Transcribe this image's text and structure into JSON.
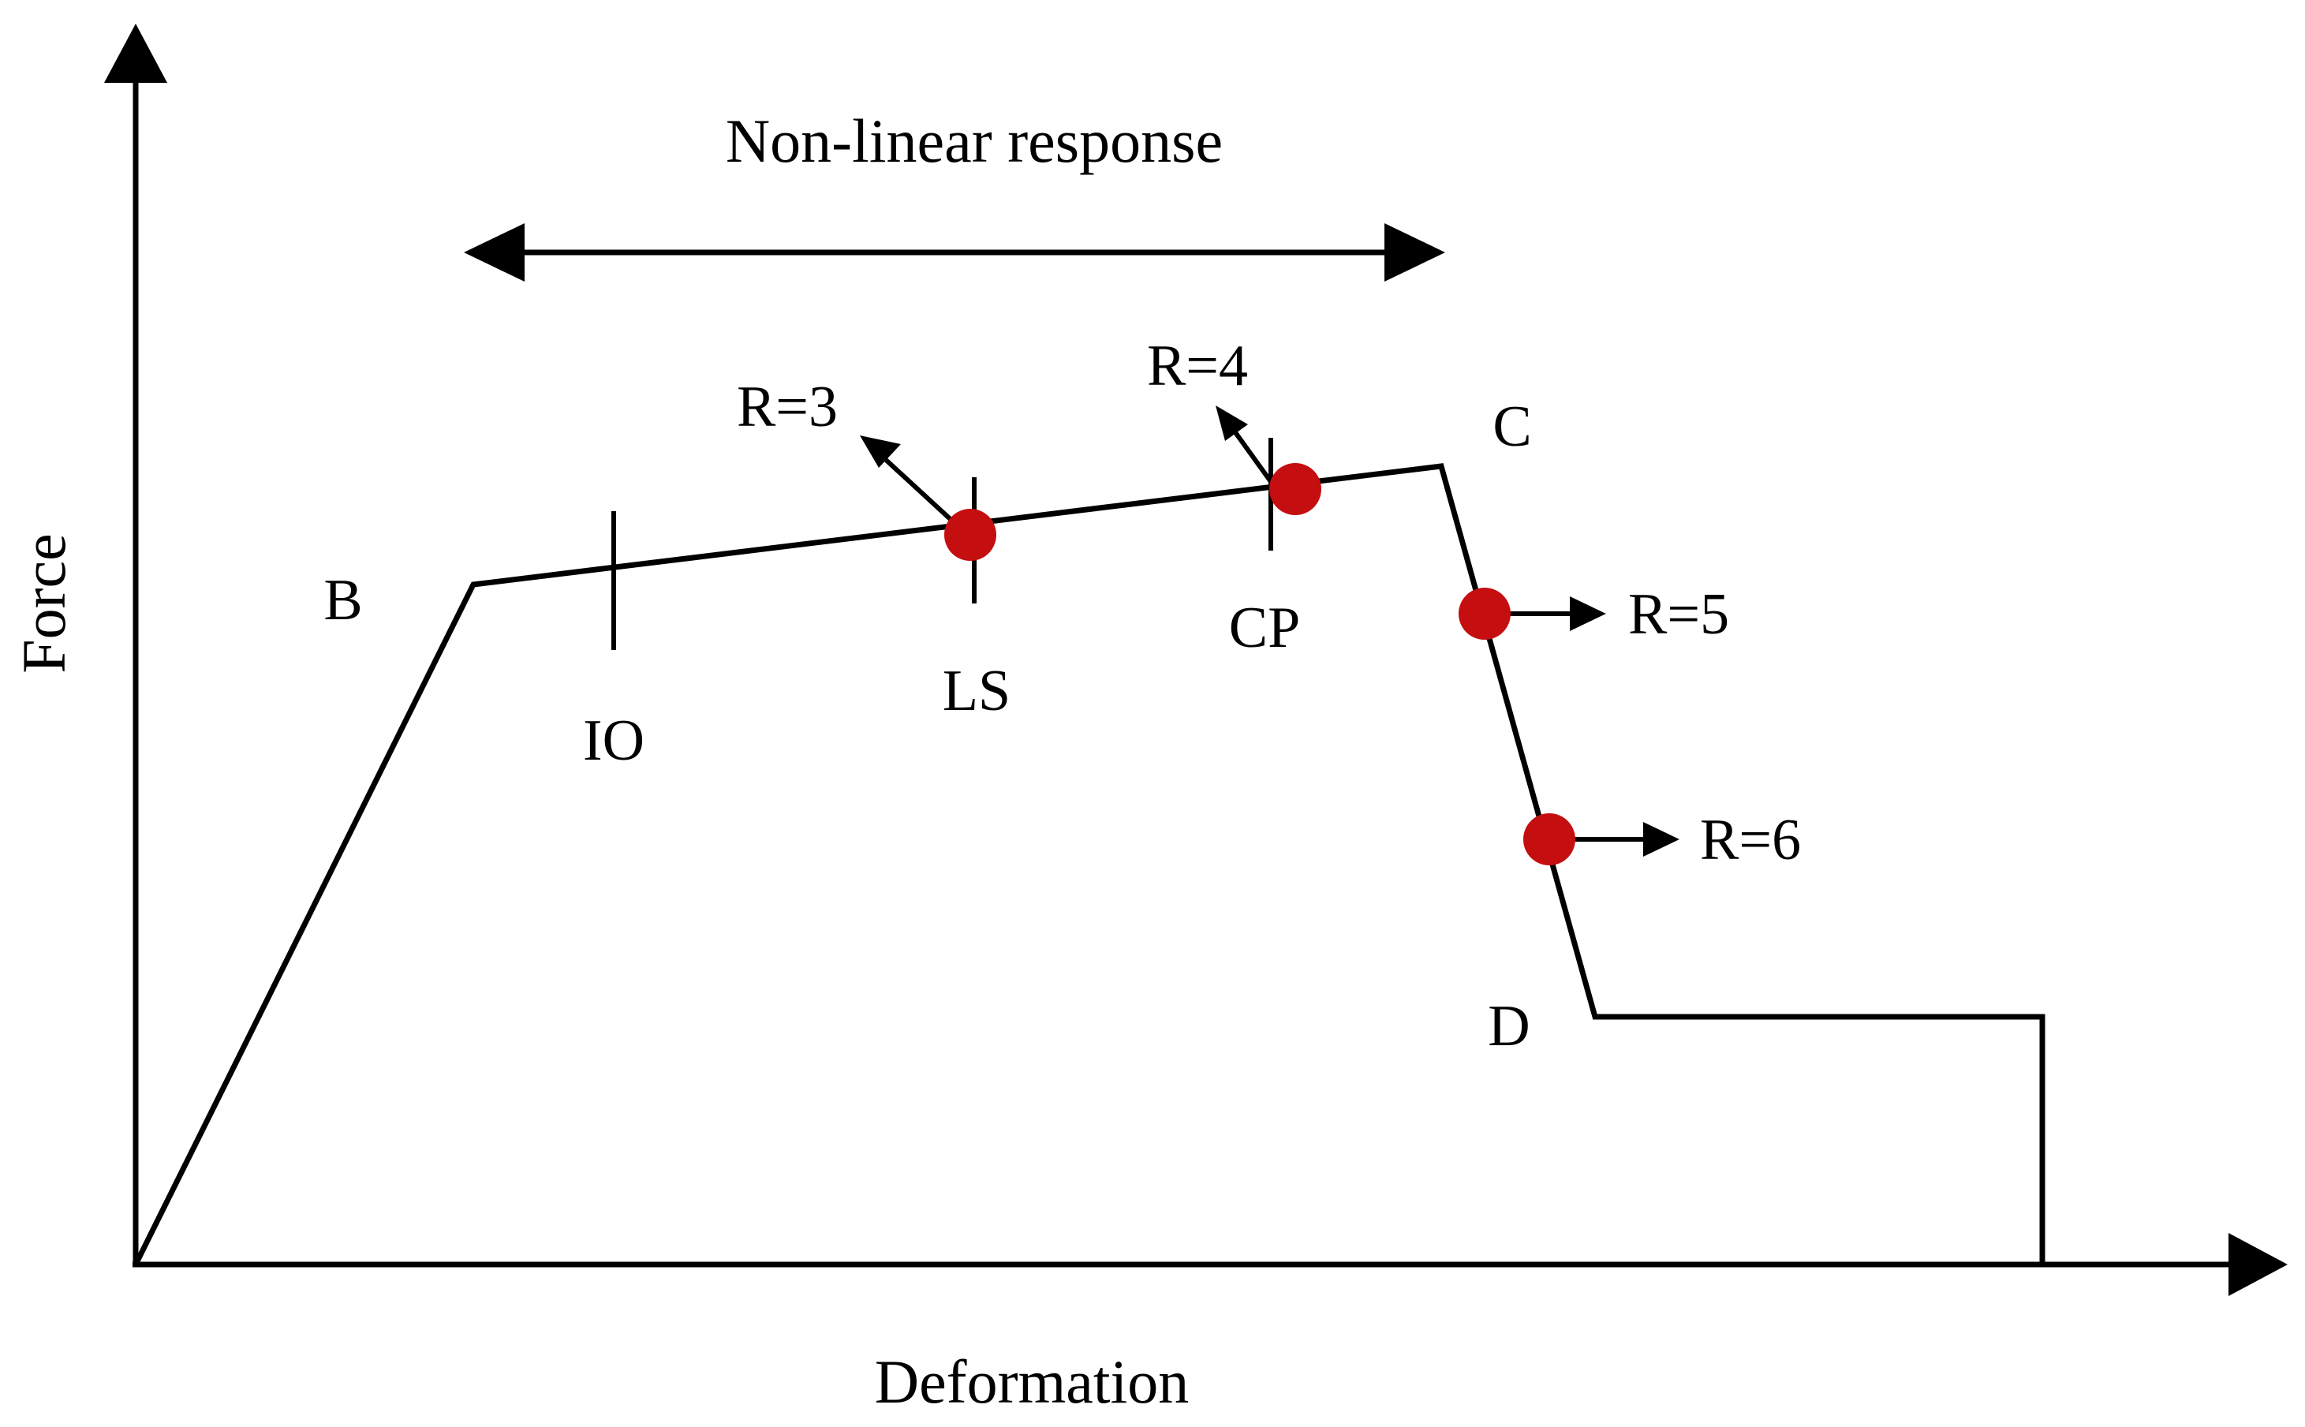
{
  "title": "Non-linear response",
  "axes": {
    "x_label": "Deformation",
    "y_label": "Force"
  },
  "points": {
    "b": "B",
    "c": "C",
    "d": "D"
  },
  "performance_levels": {
    "io": "IO",
    "ls": "LS",
    "cp": "CP"
  },
  "markers": {
    "r3": "R=3",
    "r4": "R=4",
    "r5": "R=5",
    "r6": "R=6"
  },
  "colors": {
    "line": "#000000",
    "marker": "#c40e10"
  }
}
